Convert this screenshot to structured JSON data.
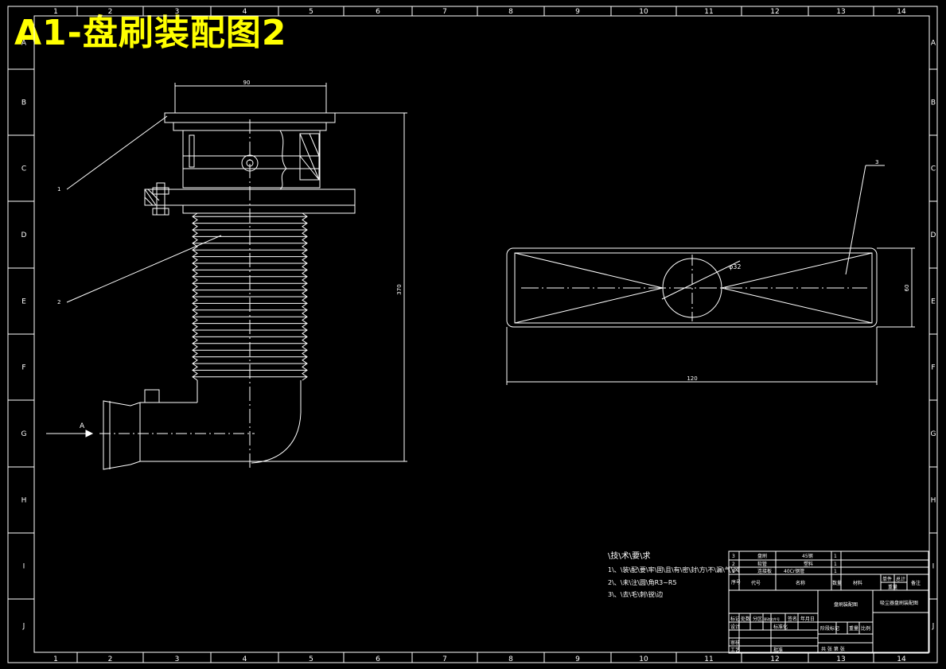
{
  "title": "A1-盘刷装配图2",
  "grid": {
    "cols": [
      "1",
      "2",
      "3",
      "4",
      "5",
      "6",
      "7",
      "8",
      "9",
      "10",
      "11",
      "12",
      "13",
      "14"
    ],
    "rows": [
      "A",
      "B",
      "C",
      "D",
      "E",
      "F",
      "G",
      "H",
      "I",
      "J"
    ]
  },
  "dims": {
    "top_width": "90",
    "height": "370",
    "view_width": "120",
    "view_height": "60",
    "hole_dia": "φ32",
    "arrow": "A"
  },
  "leaders": [
    "1",
    "2",
    "3"
  ],
  "notes": {
    "heading": "\\技\\术\\要\\求",
    "line1": "1\\、\\装\\配\\要\\牢\\固\\且\\有\\密\\封\\方\\不\\漏\\气\\风",
    "line2": "2\\、\\未\\注\\圆\\角R3~R5",
    "line3": "3\\、\\去\\毛\\刺\\锐\\边"
  },
  "title_block": {
    "row1_idx": "3",
    "row1_name": "盘刷",
    "row1_mat": "45钢",
    "row1_qty": "1",
    "row2_idx": "2",
    "row2_name": "软管",
    "row2_mat": "塑料",
    "row2_qty": "1",
    "row3_idx": "1",
    "row3_name": "连接板",
    "row3_mat": "40Cr钢管",
    "row3_qty": "1",
    "h_seq": "序号",
    "h_code": "代号",
    "h_name": "名称",
    "h_qty": "数量",
    "h_mat": "材料",
    "h_single": "单件",
    "h_total": "总计",
    "h_weight": "重量",
    "h_remark": "备注",
    "drawing_name": "盘刷装配图",
    "school": "吸尘器盘刷装配图",
    "mark": "标记",
    "count": "处数",
    "zone": "分区",
    "change_no": "更改文件号",
    "sign": "签名",
    "date": "年月日",
    "design": "设计",
    "standard": "标准化",
    "stage_mark": "阶段标记",
    "weight": "重量",
    "scale": "比例",
    "audit": "审核",
    "process": "工艺",
    "approve": "批准",
    "sheets": "共 张 第 张"
  }
}
